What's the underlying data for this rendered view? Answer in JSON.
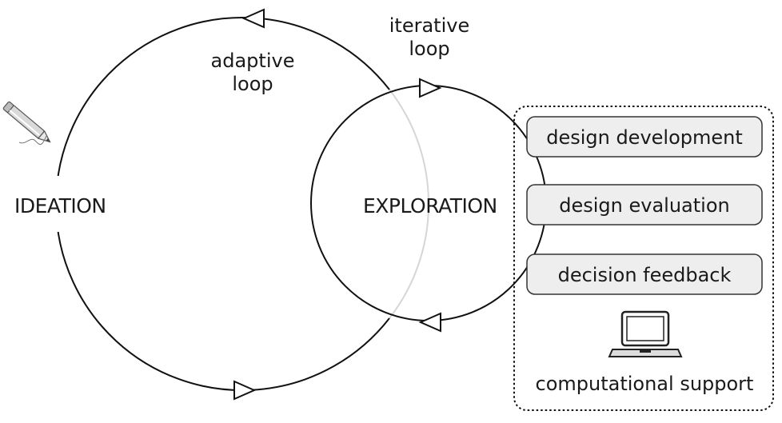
{
  "diagram": {
    "stages": {
      "ideation": "IDEATION",
      "exploration": "EXPLORATION"
    },
    "loops": {
      "adaptive": {
        "line1": "adaptive",
        "line2": "loop"
      },
      "iterative": {
        "line1": "iterative",
        "line2": "loop"
      }
    },
    "support_panel": {
      "items": [
        {
          "label": "design development"
        },
        {
          "label": "design evaluation"
        },
        {
          "label": "decision feedback"
        }
      ],
      "caption": "computational support"
    },
    "icons": {
      "ideation_tool": "pencil-icon",
      "support_device": "laptop-icon"
    },
    "colors": {
      "line": "#111111",
      "faint_line": "#d6d6d6",
      "box_fill": "#eeeeee",
      "box_stroke": "#333333"
    }
  }
}
